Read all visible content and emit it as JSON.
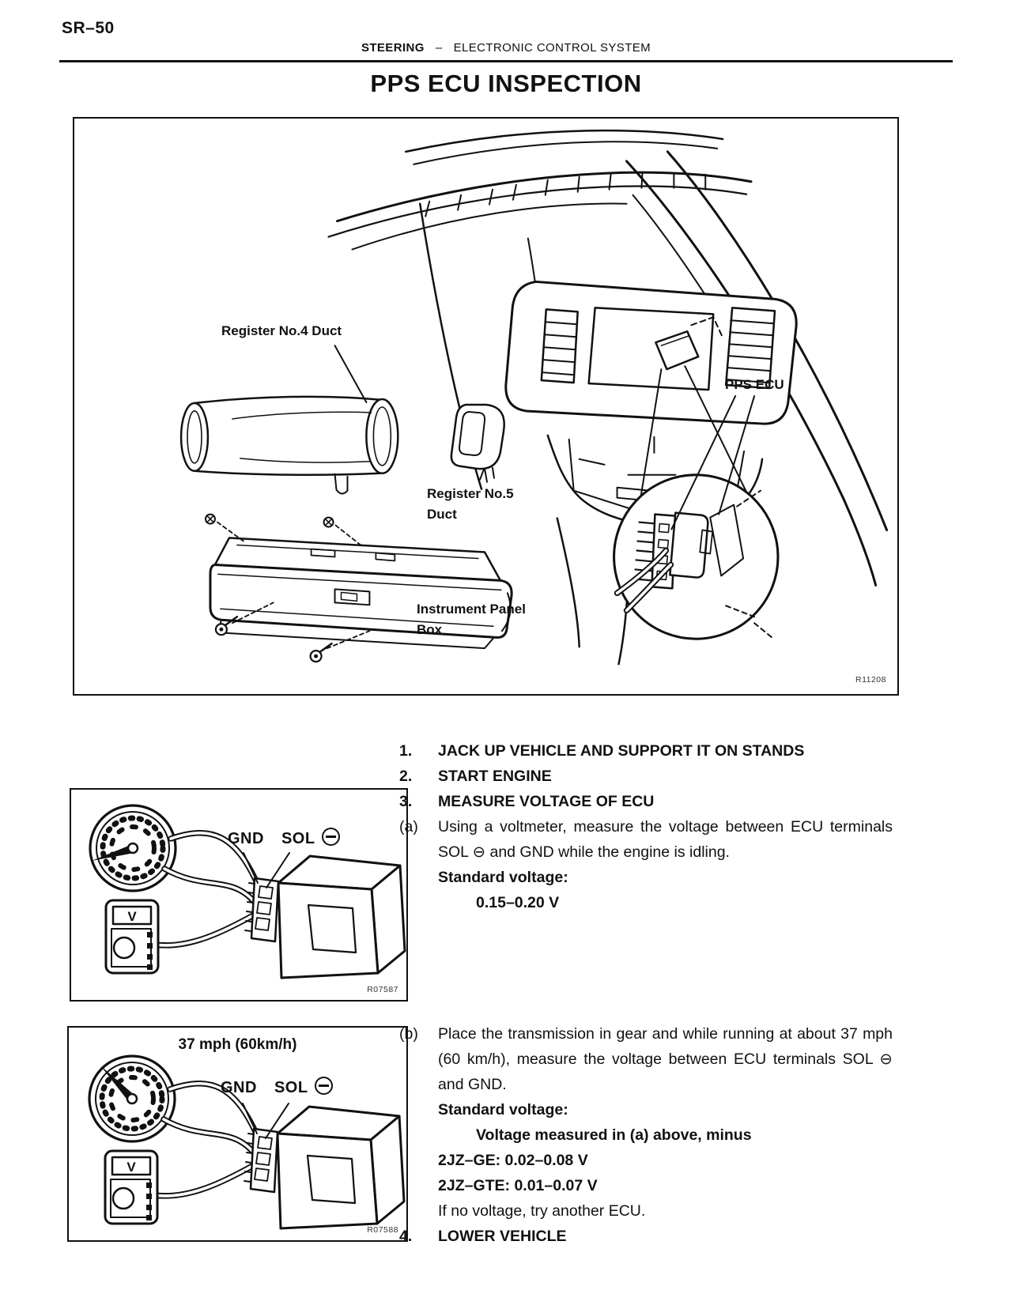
{
  "header": {
    "page_number": "SR–50",
    "section": "STEERING",
    "separator": "–",
    "subsection": "ELECTRONIC CONTROL SYSTEM",
    "title": "PPS ECU INSPECTION"
  },
  "main_figure": {
    "label_register4": "Register No.4 Duct",
    "label_pps_ecu": "PPS ECU",
    "label_register5_line1": "Register No.5",
    "label_register5_line2": "Duct",
    "label_panel_line1": "Instrument Panel",
    "label_panel_line2": "Box",
    "figure_id": "R11208"
  },
  "figure_a": {
    "gnd": "GND",
    "sol": "SOL",
    "voltmeter": "V",
    "figure_id": "R07587"
  },
  "figure_b": {
    "speed": "37 mph (60km/h)",
    "gnd": "GND",
    "sol": "SOL",
    "voltmeter": "V",
    "figure_id": "R07588"
  },
  "steps": {
    "s1_num": "1.",
    "s1_text": "JACK UP VEHICLE AND SUPPORT IT ON STANDS",
    "s2_num": "2.",
    "s2_text": "START ENGINE",
    "s3_num": "3.",
    "s3_text": "MEASURE VOLTAGE OF ECU",
    "a_num": "(a)",
    "a_text": "Using a voltmeter, measure the voltage between ECU terminals SOL ⊖ and GND while the engine is idling.",
    "a_standard_label": "Standard voltage:",
    "a_standard_value": "0.15–0.20 V",
    "b_num": "(b)",
    "b_text": "Place the transmission in gear and while running at about 37 mph (60 km/h), measure the voltage between ECU terminals SOL ⊖ and GND.",
    "b_standard_label": "Standard voltage:",
    "b_standard_note": "Voltage measured in (a) above, minus",
    "b_value_ge": "2JZ–GE: 0.02–0.08 V",
    "b_value_gte": "2JZ–GTE: 0.01–0.07 V",
    "b_no_voltage": "If no voltage, try another ECU.",
    "s4_num": "4.",
    "s4_text": "LOWER VEHICLE"
  }
}
